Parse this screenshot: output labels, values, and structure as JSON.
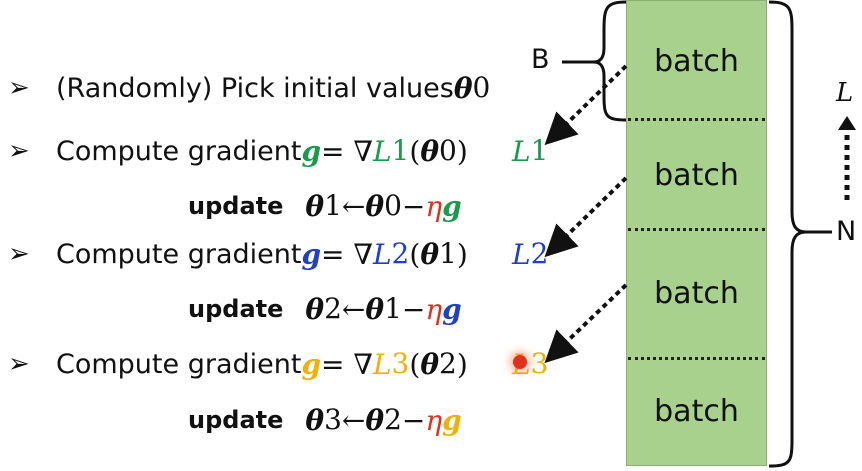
{
  "steps": {
    "init": {
      "text": "(Randomly) Pick initial values ",
      "var": "θ",
      "sup": "0"
    },
    "rows": [
      {
        "text": "Compute gradient ",
        "g": "g",
        "eq": " = ∇",
        "L": "L",
        "L_sup": "1",
        "arg_open": "(",
        "theta": "θ",
        "theta_sup": "0",
        "arg_close": ")",
        "side_L": "L",
        "side_sup": "1",
        "color": "#1a9a4b",
        "update": {
          "word": "update",
          "lhs": "θ",
          "lhs_sup": "1",
          "arrow": " ← ",
          "rhs": "θ",
          "rhs_sup": "0",
          "minus": " − ",
          "eta": "η",
          "g": "g"
        }
      },
      {
        "text": "Compute gradient ",
        "g": "g",
        "eq": " = ∇",
        "L": "L",
        "L_sup": "2",
        "arg_open": "(",
        "theta": "θ",
        "theta_sup": "1",
        "arg_close": ")",
        "side_L": "L",
        "side_sup": "2",
        "color": "#1f3fc4",
        "update": {
          "word": "update",
          "lhs": "θ",
          "lhs_sup": "2",
          "arrow": " ← ",
          "rhs": "θ",
          "rhs_sup": "1",
          "minus": " − ",
          "eta": "η",
          "g": "g"
        }
      },
      {
        "text": "Compute gradient ",
        "g": "g",
        "eq": " = ∇",
        "L": "L",
        "L_sup": "3",
        "arg_open": "(",
        "theta": "θ",
        "theta_sup": "2",
        "arg_close": ")",
        "side_L": "L",
        "side_sup": "3",
        "color": "#f2b000",
        "update": {
          "word": "update",
          "lhs": "θ",
          "lhs_sup": "3",
          "arrow": " ← ",
          "rhs": "θ",
          "rhs_sup": "2",
          "minus": " − ",
          "eta": "η",
          "g": "g"
        }
      }
    ],
    "bullet": "➢"
  },
  "batches": [
    "batch",
    "batch",
    "batch",
    "batch"
  ],
  "labels": {
    "B": "B",
    "N": "N",
    "L": "L"
  },
  "colors": {
    "batch_fill": "#a9d18e",
    "eta": "#e0301e",
    "pointer": "#e0301e"
  }
}
